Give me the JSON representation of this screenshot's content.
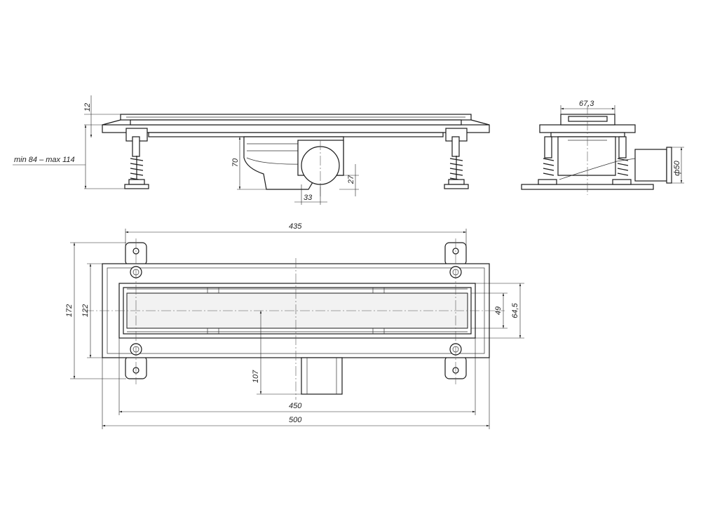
{
  "dimensions": {
    "thickness": "12",
    "height_range": "min 84 – max 114",
    "body_height": "70",
    "outlet_offset": "27",
    "outlet_width": "33",
    "top_width": "67,3",
    "outlet_diameter": "ф50",
    "bracket_span": "435",
    "total_width": "172",
    "body_width": "122",
    "grate_width": "49",
    "channel_width": "64,5",
    "outlet_position": "107",
    "channel_length": "450",
    "total_length": "500"
  }
}
